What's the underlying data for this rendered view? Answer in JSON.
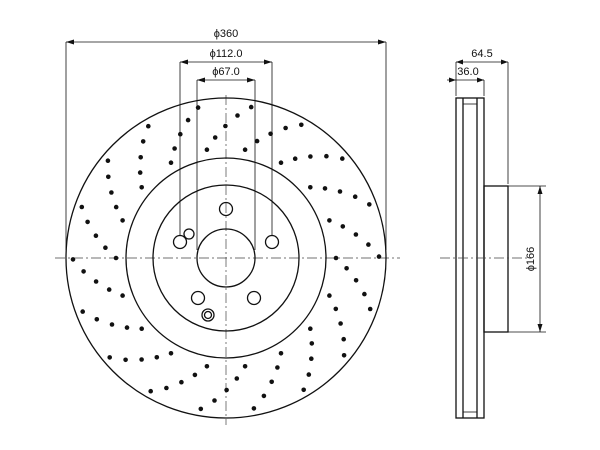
{
  "drawing": {
    "line_color": "#111111",
    "background": "#ffffff",
    "front_view": {
      "dim_outer_diameter": "ϕ360",
      "dim_bolt_circle": "ϕ112.0",
      "dim_center_bore": "ϕ67.0"
    },
    "side_view": {
      "dim_total_height": "64.5",
      "dim_disc_thickness": "36.0",
      "dim_hat_diameter": "ϕ166"
    }
  }
}
